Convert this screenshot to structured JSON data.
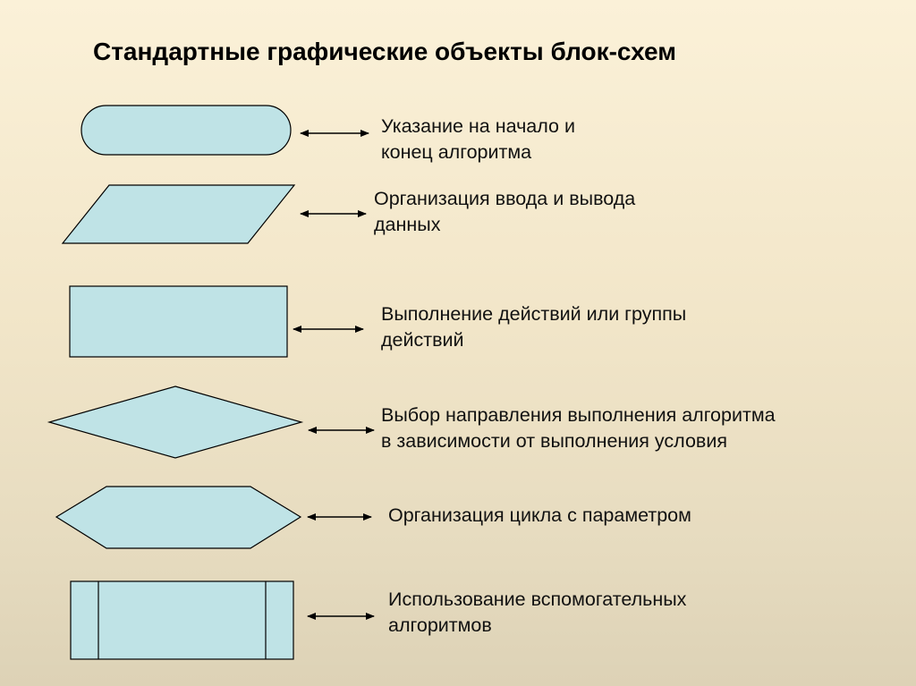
{
  "title": "Стандартные графические объекты блок-схем",
  "colors": {
    "shape_fill": "#bfe3e6",
    "stroke": "#000000"
  },
  "items": [
    {
      "shape": "terminator",
      "lines": [
        "Указание на начало и",
        "конец алгоритма"
      ]
    },
    {
      "shape": "parallelogram",
      "lines": [
        "Организация ввода и вывода",
        "данных"
      ]
    },
    {
      "shape": "rectangle",
      "lines": [
        "Выполнение действий или группы",
        "действий"
      ]
    },
    {
      "shape": "diamond",
      "lines": [
        "Выбор направления выполнения алгоритма",
        "в зависимости от выполнения условия"
      ]
    },
    {
      "shape": "hexagon",
      "lines": [
        "Организация цикла с параметром"
      ]
    },
    {
      "shape": "predefined-process",
      "lines": [
        "Использование вспомогательных",
        "алгоритмов"
      ]
    }
  ]
}
